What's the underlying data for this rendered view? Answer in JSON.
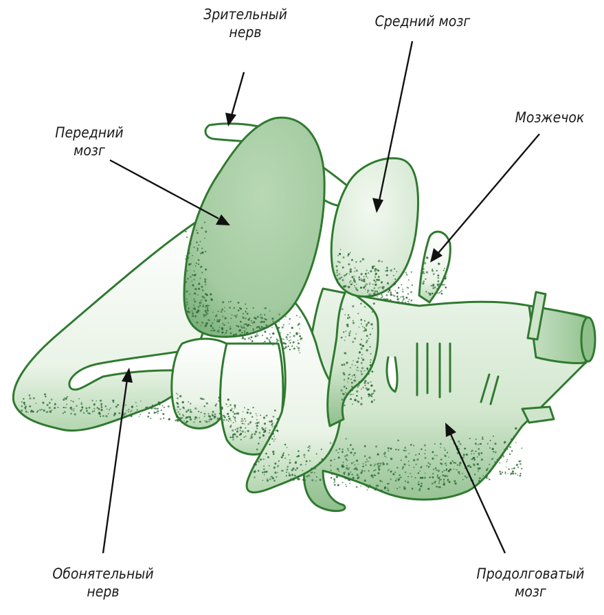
{
  "labels": {
    "optic_nerve": {
      "line1": "Зрительный",
      "line2": "нерв"
    },
    "midbrain": {
      "line1": "Средний мозг"
    },
    "forebrain": {
      "line1": "Передний",
      "line2": "мозг"
    },
    "cerebellum": {
      "line1": "Мозжечок"
    },
    "olfactory_nerve": {
      "line1": "Обонятельный",
      "line2": "нерв"
    },
    "medulla": {
      "line1": "Продолговатый",
      "line2": "мозг"
    }
  },
  "colors": {
    "outline": "#2f7a2f",
    "fill": "#a9cfa9",
    "fill_light": "#dcecd9",
    "stipple": "#2e6b36",
    "arrow": "#111111"
  }
}
